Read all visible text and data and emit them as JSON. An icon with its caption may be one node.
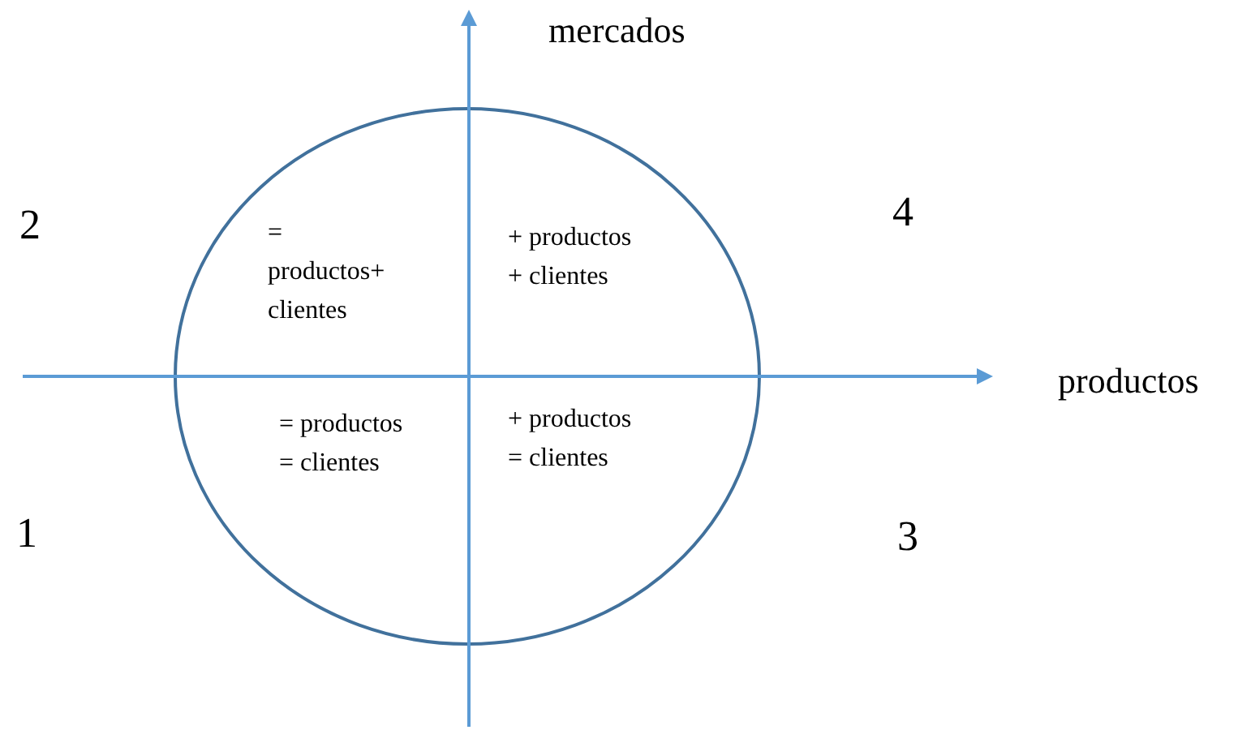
{
  "diagram": {
    "labels": [
      "mercados",
      "2",
      "= productos+ clientes",
      "+ productos + clientes",
      "4",
      "productos",
      "= productos = clientes",
      "+ productos = clientes",
      "1",
      "3"
    ]
  }
}
